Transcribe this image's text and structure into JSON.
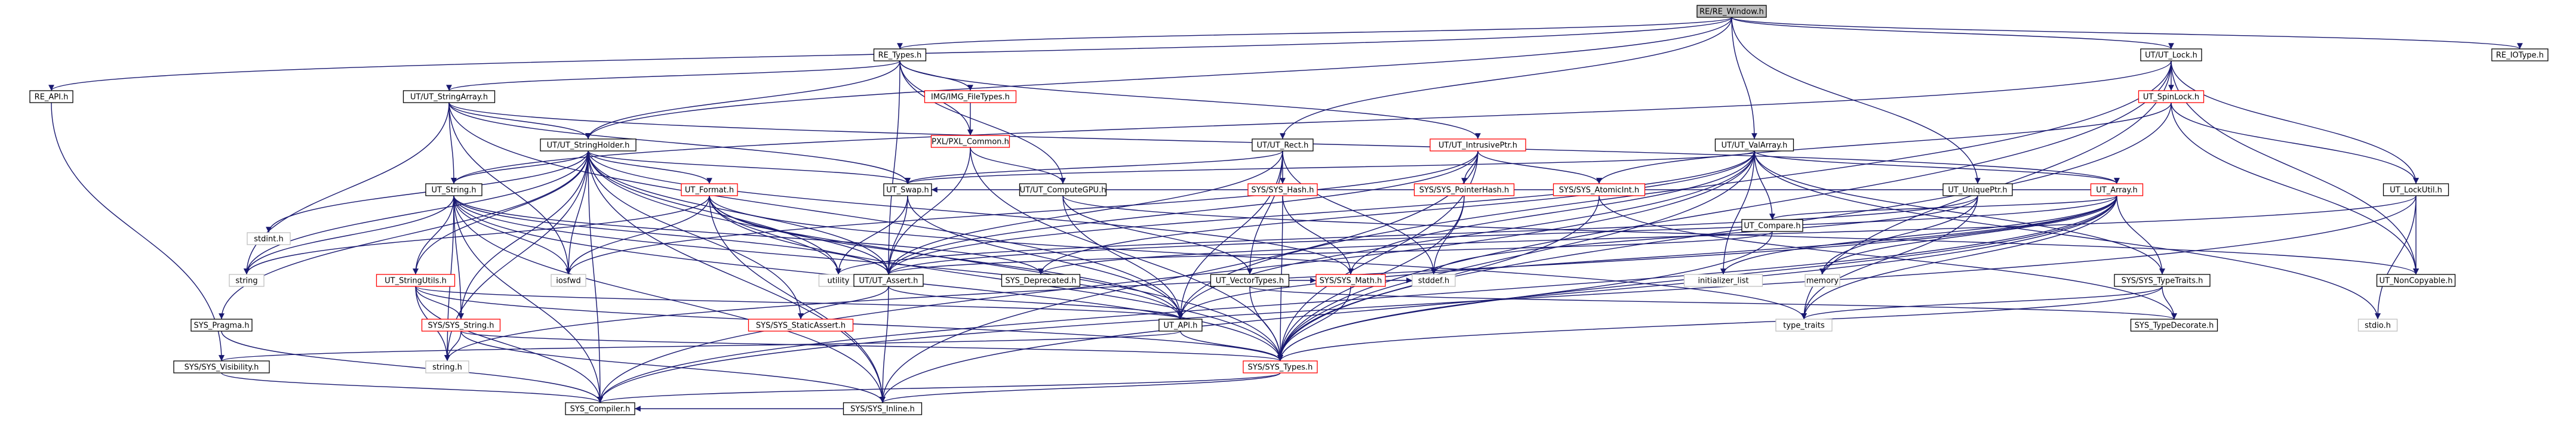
{
  "colors": {
    "edge": "#191970",
    "root_fill": "#bfbfbf",
    "node_fill": "#ffffff",
    "border_documented": "#000000",
    "border_undocumented": "#ff0000",
    "border_system": "#bfbfbf"
  },
  "nodes": [
    {
      "id": "re_window",
      "label": "RE/RE_Window.h",
      "kind": "root"
    },
    {
      "id": "re_api",
      "label": "RE_API.h",
      "kind": "doc"
    },
    {
      "id": "re_types",
      "label": "RE_Types.h",
      "kind": "doc"
    },
    {
      "id": "ut_lock",
      "label": "UT/UT_Lock.h",
      "kind": "doc"
    },
    {
      "id": "re_iotype",
      "label": "RE_IOType.h",
      "kind": "doc"
    },
    {
      "id": "ut_stringarray",
      "label": "UT/UT_StringArray.h",
      "kind": "doc"
    },
    {
      "id": "img_filetypes",
      "label": "IMG/IMG_FileTypes.h",
      "kind": "undoc"
    },
    {
      "id": "ut_spinlock",
      "label": "UT_SpinLock.h",
      "kind": "undoc"
    },
    {
      "id": "pxl_common",
      "label": "PXL/PXL_Common.h",
      "kind": "undoc"
    },
    {
      "id": "ut_stringholder",
      "label": "UT/UT_StringHolder.h",
      "kind": "doc"
    },
    {
      "id": "ut_rect",
      "label": "UT/UT_Rect.h",
      "kind": "doc"
    },
    {
      "id": "ut_intrusiveptr",
      "label": "UT/UT_IntrusivePtr.h",
      "kind": "undoc"
    },
    {
      "id": "ut_valarray",
      "label": "UT/UT_ValArray.h",
      "kind": "doc"
    },
    {
      "id": "ut_lockutil",
      "label": "UT_LockUtil.h",
      "kind": "doc"
    },
    {
      "id": "ut_string",
      "label": "UT_String.h",
      "kind": "doc"
    },
    {
      "id": "ut_format",
      "label": "UT_Format.h",
      "kind": "undoc"
    },
    {
      "id": "ut_swap",
      "label": "UT_Swap.h",
      "kind": "doc"
    },
    {
      "id": "ut_computegpu",
      "label": "UT/UT_ComputeGPU.h",
      "kind": "doc"
    },
    {
      "id": "sys_hash",
      "label": "SYS/SYS_Hash.h",
      "kind": "undoc"
    },
    {
      "id": "sys_pointerhash",
      "label": "SYS/SYS_PointerHash.h",
      "kind": "undoc"
    },
    {
      "id": "sys_atomicint",
      "label": "SYS/SYS_AtomicInt.h",
      "kind": "undoc"
    },
    {
      "id": "ut_compare",
      "label": "UT_Compare.h",
      "kind": "doc"
    },
    {
      "id": "ut_uniqueptr",
      "label": "UT_UniquePtr.h",
      "kind": "doc"
    },
    {
      "id": "ut_array",
      "label": "UT_Array.h",
      "kind": "undoc"
    },
    {
      "id": "stdint",
      "label": "stdint.h",
      "kind": "sys"
    },
    {
      "id": "string",
      "label": "string",
      "kind": "sys"
    },
    {
      "id": "iosfwd",
      "label": "iosfwd",
      "kind": "sys"
    },
    {
      "id": "ut_stringutils",
      "label": "UT_StringUtils.h",
      "kind": "undoc"
    },
    {
      "id": "utility",
      "label": "utility",
      "kind": "sys"
    },
    {
      "id": "ut_assert",
      "label": "UT/UT_Assert.h",
      "kind": "doc"
    },
    {
      "id": "sys_deprecated",
      "label": "SYS_Deprecated.h",
      "kind": "doc"
    },
    {
      "id": "ut_vectortypes",
      "label": "UT_VectorTypes.h",
      "kind": "doc"
    },
    {
      "id": "sys_math",
      "label": "SYS/SYS_Math.h",
      "kind": "undoc"
    },
    {
      "id": "stddef",
      "label": "stddef.h",
      "kind": "sys"
    },
    {
      "id": "initializer_list",
      "label": "initializer_list",
      "kind": "sys"
    },
    {
      "id": "memory",
      "label": "memory",
      "kind": "sys"
    },
    {
      "id": "sys_typetraits",
      "label": "SYS/SYS_TypeTraits.h",
      "kind": "doc"
    },
    {
      "id": "ut_noncopyable",
      "label": "UT_NonCopyable.h",
      "kind": "doc"
    },
    {
      "id": "sys_pragma",
      "label": "SYS_Pragma.h",
      "kind": "doc"
    },
    {
      "id": "sys_string",
      "label": "SYS/SYS_String.h",
      "kind": "undoc"
    },
    {
      "id": "sys_staticassert",
      "label": "SYS/SYS_StaticAssert.h",
      "kind": "undoc"
    },
    {
      "id": "ut_api",
      "label": "UT_API.h",
      "kind": "doc"
    },
    {
      "id": "type_traits",
      "label": "type_traits",
      "kind": "sys"
    },
    {
      "id": "sys_typedecorate",
      "label": "SYS_TypeDecorate.h",
      "kind": "doc"
    },
    {
      "id": "stdio",
      "label": "stdio.h",
      "kind": "sys"
    },
    {
      "id": "sys_visibility",
      "label": "SYS/SYS_Visibility.h",
      "kind": "doc"
    },
    {
      "id": "string_h",
      "label": "string.h",
      "kind": "sys"
    },
    {
      "id": "sys_types",
      "label": "SYS/SYS_Types.h",
      "kind": "undoc"
    },
    {
      "id": "sys_inline",
      "label": "SYS/SYS_Inline.h",
      "kind": "doc"
    },
    {
      "id": "sys_compiler",
      "label": "SYS_Compiler.h",
      "kind": "doc"
    }
  ],
  "edges": [
    [
      "re_window",
      "re_api"
    ],
    [
      "re_window",
      "re_types"
    ],
    [
      "re_window",
      "ut_lock"
    ],
    [
      "re_window",
      "re_iotype"
    ],
    [
      "re_window",
      "ut_rect"
    ],
    [
      "re_window",
      "ut_valarray"
    ],
    [
      "re_window",
      "ut_uniqueptr"
    ],
    [
      "re_window",
      "ut_stringholder"
    ],
    [
      "re_api",
      "sys_visibility"
    ],
    [
      "re_types",
      "ut_stringarray"
    ],
    [
      "re_types",
      "img_filetypes"
    ],
    [
      "re_types",
      "pxl_common"
    ],
    [
      "re_types",
      "ut_stringholder"
    ],
    [
      "re_types",
      "ut_intrusiveptr"
    ],
    [
      "re_types",
      "ut_computegpu"
    ],
    [
      "re_types",
      "ut_assert"
    ],
    [
      "ut_lock",
      "ut_spinlock"
    ],
    [
      "ut_lock",
      "ut_lockutil"
    ],
    [
      "ut_lock",
      "ut_noncopyable"
    ],
    [
      "ut_lock",
      "ut_string"
    ],
    [
      "ut_lock",
      "ut_api"
    ],
    [
      "ut_lock",
      "sys_types"
    ],
    [
      "ut_lock",
      "type_traits"
    ],
    [
      "ut_stringarray",
      "ut_string"
    ],
    [
      "ut_stringarray",
      "ut_stringholder"
    ],
    [
      "ut_stringarray",
      "ut_swap"
    ],
    [
      "ut_stringarray",
      "ut_api"
    ],
    [
      "ut_stringarray",
      "string"
    ],
    [
      "ut_stringarray",
      "iosfwd"
    ],
    [
      "ut_stringarray",
      "ut_array"
    ],
    [
      "img_filetypes",
      "pxl_common"
    ],
    [
      "pxl_common",
      "ut_assert"
    ],
    [
      "pxl_common",
      "ut_computegpu"
    ],
    [
      "pxl_common",
      "sys_types"
    ],
    [
      "ut_spinlock",
      "sys_atomicint"
    ],
    [
      "ut_spinlock",
      "ut_lockutil"
    ],
    [
      "ut_spinlock",
      "ut_noncopyable"
    ],
    [
      "ut_spinlock",
      "sys_types"
    ],
    [
      "ut_stringholder",
      "stdint"
    ],
    [
      "ut_stringholder",
      "string"
    ],
    [
      "ut_stringholder",
      "iosfwd"
    ],
    [
      "ut_stringholder",
      "ut_string"
    ],
    [
      "ut_stringholder",
      "ut_format"
    ],
    [
      "ut_stringholder",
      "ut_swap"
    ],
    [
      "ut_stringholder",
      "utility"
    ],
    [
      "ut_stringholder",
      "ut_assert"
    ],
    [
      "ut_stringholder",
      "sys_compiler"
    ],
    [
      "ut_stringholder",
      "sys_types"
    ],
    [
      "ut_stringholder",
      "sys_staticassert"
    ],
    [
      "ut_stringholder",
      "sys_inline"
    ],
    [
      "ut_stringholder",
      "ut_stringutils"
    ],
    [
      "ut_stringholder",
      "sys_pragma"
    ],
    [
      "ut_stringholder",
      "sys_string"
    ],
    [
      "ut_stringholder",
      "string_h"
    ],
    [
      "ut_stringholder",
      "sys_math"
    ],
    [
      "ut_rect",
      "ut_swap"
    ],
    [
      "ut_rect",
      "sys_hash"
    ],
    [
      "ut_rect",
      "ut_vectortypes"
    ],
    [
      "ut_rect",
      "ut_assert"
    ],
    [
      "ut_rect",
      "ut_api"
    ],
    [
      "ut_rect",
      "stddef"
    ],
    [
      "ut_intrusiveptr",
      "sys_pointerhash"
    ],
    [
      "ut_intrusiveptr",
      "sys_atomicint"
    ],
    [
      "ut_intrusiveptr",
      "ut_assert"
    ],
    [
      "ut_intrusiveptr",
      "sys_inline"
    ],
    [
      "ut_intrusiveptr",
      "sys_types"
    ],
    [
      "ut_intrusiveptr",
      "iosfwd"
    ],
    [
      "ut_valarray",
      "ut_array"
    ],
    [
      "ut_valarray",
      "ut_swap"
    ],
    [
      "ut_valarray",
      "ut_compare"
    ],
    [
      "ut_valarray",
      "ut_assert"
    ],
    [
      "ut_valarray",
      "ut_api"
    ],
    [
      "ut_valarray",
      "sys_types"
    ],
    [
      "ut_valarray",
      "sys_typetraits"
    ],
    [
      "ut_valarray",
      "sys_math"
    ],
    [
      "ut_valarray",
      "stdio"
    ],
    [
      "ut_valarray",
      "initializer_list"
    ],
    [
      "ut_valarray",
      "sys_deprecated"
    ],
    [
      "ut_valarray",
      "sys_compiler"
    ],
    [
      "ut_lockutil",
      "sys_deprecated"
    ],
    [
      "ut_lockutil",
      "ut_noncopyable"
    ],
    [
      "ut_lockutil",
      "stdio"
    ],
    [
      "ut_lockutil",
      "sys_compiler"
    ],
    [
      "ut_string",
      "ut_assert"
    ],
    [
      "ut_string",
      "ut_api"
    ],
    [
      "ut_string",
      "sys_types"
    ],
    [
      "ut_string",
      "sys_string"
    ],
    [
      "ut_string",
      "sys_inline"
    ],
    [
      "ut_string",
      "string"
    ],
    [
      "ut_string",
      "iosfwd"
    ],
    [
      "ut_string",
      "string_h"
    ],
    [
      "ut_string",
      "ut_stringutils"
    ],
    [
      "ut_string",
      "sys_compiler"
    ],
    [
      "ut_string",
      "sys_deprecated"
    ],
    [
      "ut_format",
      "ut_assert"
    ],
    [
      "ut_format",
      "ut_api"
    ],
    [
      "ut_format",
      "sys_types"
    ],
    [
      "ut_format",
      "iosfwd"
    ],
    [
      "ut_format",
      "string"
    ],
    [
      "ut_format",
      "type_traits"
    ],
    [
      "ut_format",
      "utility"
    ],
    [
      "ut_format",
      "sys_inline"
    ],
    [
      "ut_swap",
      "utility"
    ],
    [
      "ut_swap",
      "ut_assert"
    ],
    [
      "ut_swap",
      "ut_api"
    ],
    [
      "ut_computegpu",
      "ut_vectortypes"
    ],
    [
      "ut_computegpu",
      "ut_api"
    ],
    [
      "ut_computegpu",
      "ut_noncopyable"
    ],
    [
      "sys_hash",
      "sys_math"
    ],
    [
      "sys_hash",
      "sys_types"
    ],
    [
      "sys_pointerhash",
      "stddef"
    ],
    [
      "sys_pointerhash",
      "sys_types"
    ],
    [
      "sys_atomicint",
      "sys_types"
    ],
    [
      "sys_atomicint",
      "sys_typedecorate"
    ],
    [
      "ut_compare",
      "ut_assert"
    ],
    [
      "ut_compare",
      "sys_types"
    ],
    [
      "ut_uniqueptr",
      "memory"
    ],
    [
      "ut_uniqueptr",
      "stddef"
    ],
    [
      "ut_uniqueptr",
      "type_traits"
    ],
    [
      "ut_uniqueptr",
      "utility"
    ],
    [
      "ut_array",
      "ut_api"
    ],
    [
      "ut_array",
      "ut_assert"
    ],
    [
      "ut_array",
      "ut_compare"
    ],
    [
      "ut_array",
      "sys_typetraits"
    ],
    [
      "ut_array",
      "sys_types"
    ],
    [
      "ut_array",
      "sys_inline"
    ],
    [
      "ut_array",
      "sys_compiler"
    ],
    [
      "ut_array",
      "ut_swap"
    ],
    [
      "ut_array",
      "memory"
    ],
    [
      "ut_array",
      "type_traits"
    ],
    [
      "ut_array",
      "initializer_list"
    ],
    [
      "ut_array",
      "string_h"
    ],
    [
      "ut_stringutils",
      "ut_api"
    ],
    [
      "ut_stringutils",
      "sys_string"
    ],
    [
      "ut_stringutils",
      "sys_types"
    ],
    [
      "ut_stringutils",
      "string_h"
    ],
    [
      "ut_stringutils",
      "sys_compiler"
    ],
    [
      "ut_assert",
      "sys_staticassert"
    ],
    [
      "ut_assert",
      "ut_api"
    ],
    [
      "ut_assert",
      "sys_inline"
    ],
    [
      "ut_vectortypes",
      "sys_math"
    ],
    [
      "ut_vectortypes",
      "sys_types"
    ],
    [
      "ut_vectortypes",
      "sys_typedecorate"
    ],
    [
      "sys_math",
      "sys_types"
    ],
    [
      "sys_math",
      "stddef"
    ],
    [
      "sys_typetraits",
      "sys_types"
    ],
    [
      "sys_typetraits",
      "type_traits"
    ],
    [
      "sys_typetraits",
      "sys_typedecorate"
    ],
    [
      "sys_pragma",
      "sys_compiler"
    ],
    [
      "sys_string",
      "sys_types"
    ],
    [
      "sys_string",
      "sys_inline"
    ],
    [
      "sys_string",
      "string_h"
    ],
    [
      "ut_api",
      "sys_visibility"
    ],
    [
      "ut_api",
      "sys_types"
    ],
    [
      "sys_visibility",
      "sys_compiler"
    ],
    [
      "sys_types",
      "sys_inline"
    ],
    [
      "sys_types",
      "sys_compiler"
    ],
    [
      "sys_inline",
      "sys_compiler"
    ]
  ]
}
